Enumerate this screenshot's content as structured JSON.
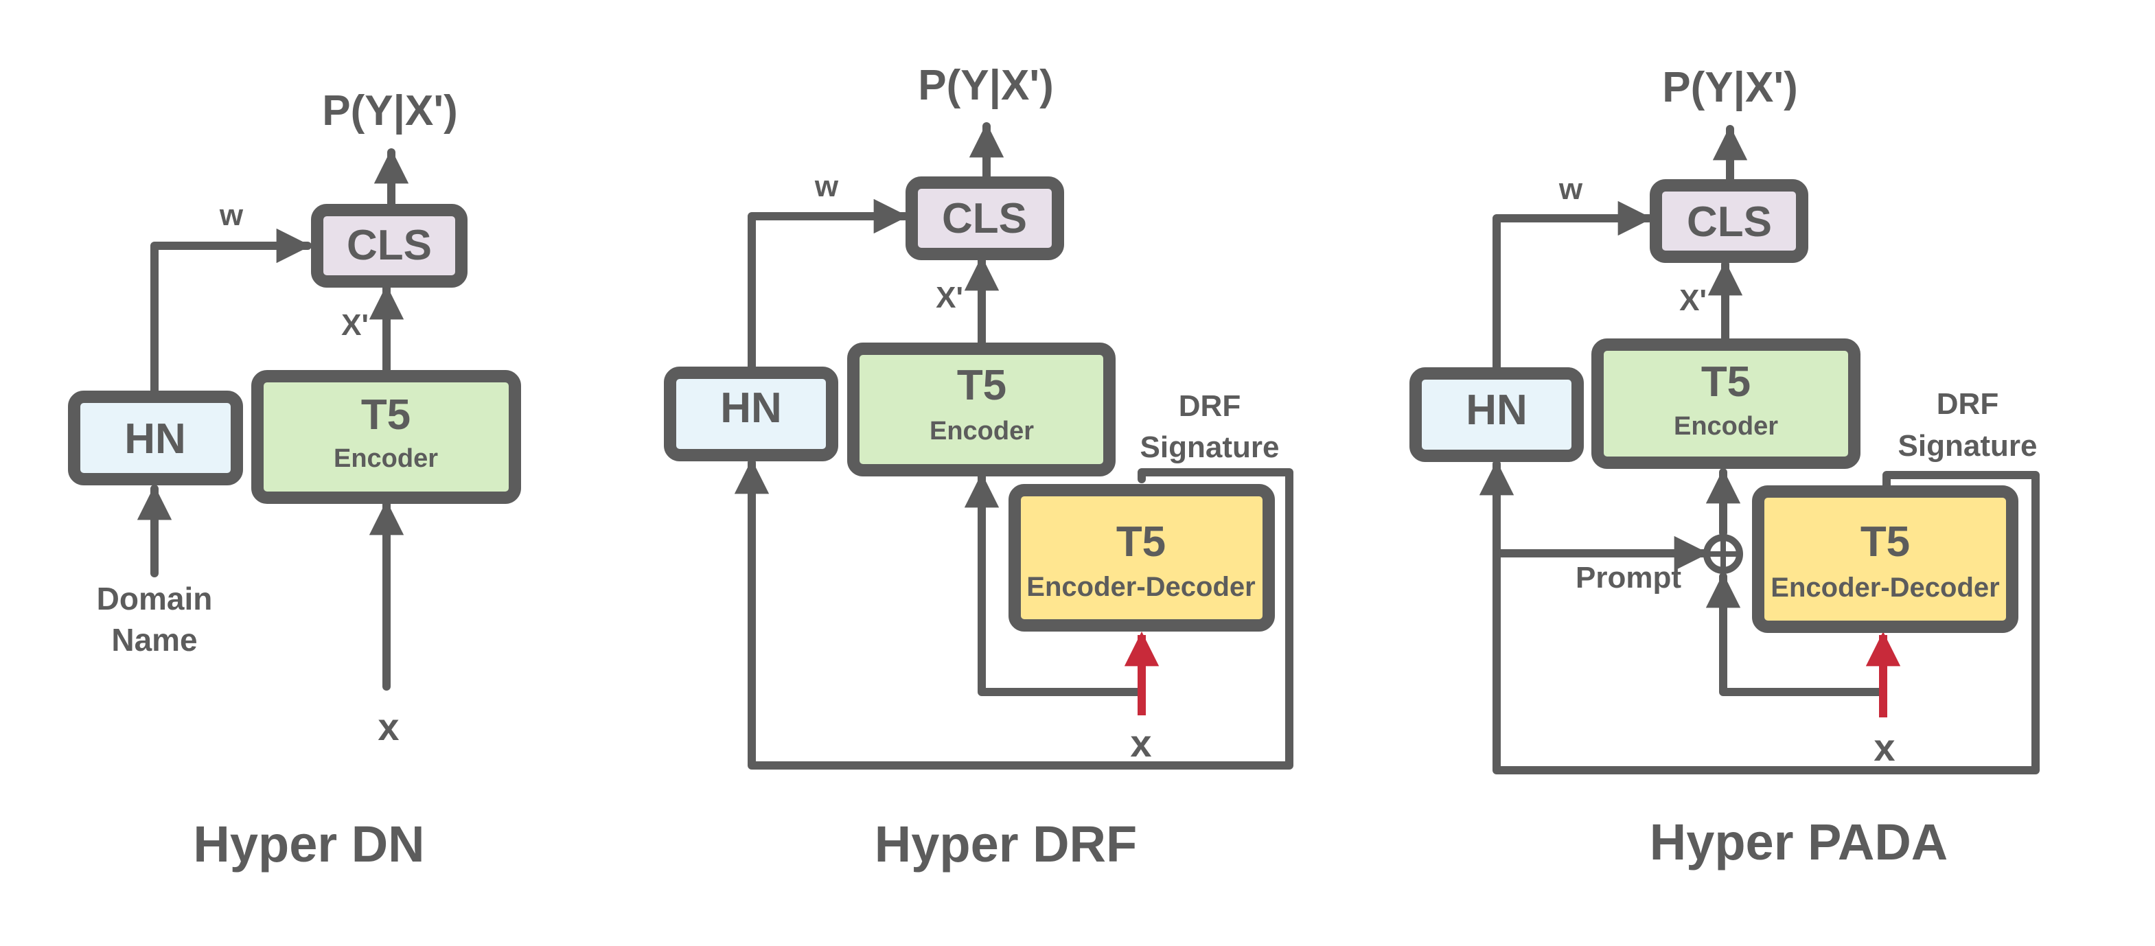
{
  "colors": {
    "stroke": "#5c5c5c",
    "text": "#5c5c5c",
    "hn_fill": "#e8f4fa",
    "t5_encoder_fill": "#d6edc4",
    "t5_encdec_fill": "#ffe690",
    "cls_fill": "#e8e0ea",
    "input_arrow": "#c82a3a"
  },
  "diagrams": [
    {
      "title": "Hyper DN",
      "output": "P(Y|X')",
      "cls": "CLS",
      "hn": "HN",
      "encoder": {
        "title": "T5",
        "subtitle": "Encoder"
      },
      "weight_label": "w",
      "feature_label": "X'",
      "input_label": "x",
      "domain_name": [
        "Domain",
        "Name"
      ]
    },
    {
      "title": "Hyper DRF",
      "output": "P(Y|X')",
      "cls": "CLS",
      "hn": "HN",
      "encoder": {
        "title": "T5",
        "subtitle": "Encoder"
      },
      "generator": {
        "title": "T5",
        "subtitle": "Encoder-Decoder"
      },
      "signature_label": [
        "DRF",
        "Signature"
      ],
      "weight_label": "w",
      "feature_label": "X'",
      "input_label": "x"
    },
    {
      "title": "Hyper PADA",
      "output": "P(Y|X')",
      "cls": "CLS",
      "hn": "HN",
      "encoder": {
        "title": "T5",
        "subtitle": "Encoder"
      },
      "generator": {
        "title": "T5",
        "subtitle": "Encoder-Decoder"
      },
      "signature_label": [
        "DRF",
        "Signature"
      ],
      "prompt_label": "Prompt",
      "concat_symbol": "⊕",
      "weight_label": "w",
      "feature_label": "X'",
      "input_label": "x"
    }
  ]
}
